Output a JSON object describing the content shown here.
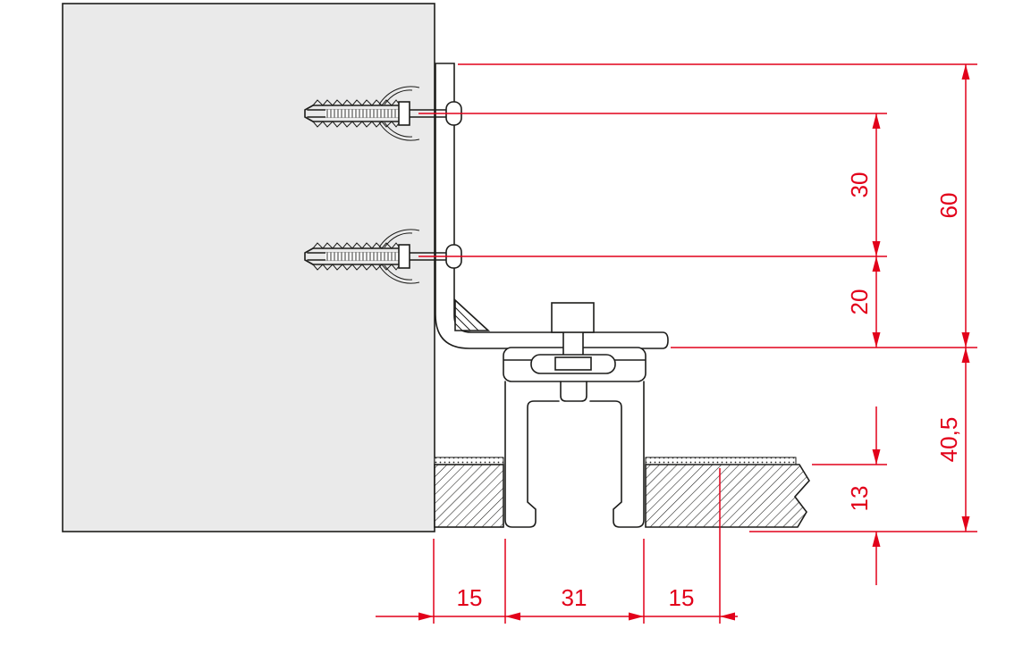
{
  "drawing": {
    "colors": {
      "dimension_red": "#e2001a",
      "line_black": "#1d1d1b",
      "wall_fill": "#eaeaea",
      "background": "#ffffff"
    },
    "dimensions": {
      "anchor_spacing": "30",
      "overall_height": "60",
      "anchor_to_flange": "20",
      "track_drop": "40,5",
      "panel_thickness": "13",
      "left_gap": "15",
      "track_width": "31",
      "right_gap": "15"
    }
  }
}
